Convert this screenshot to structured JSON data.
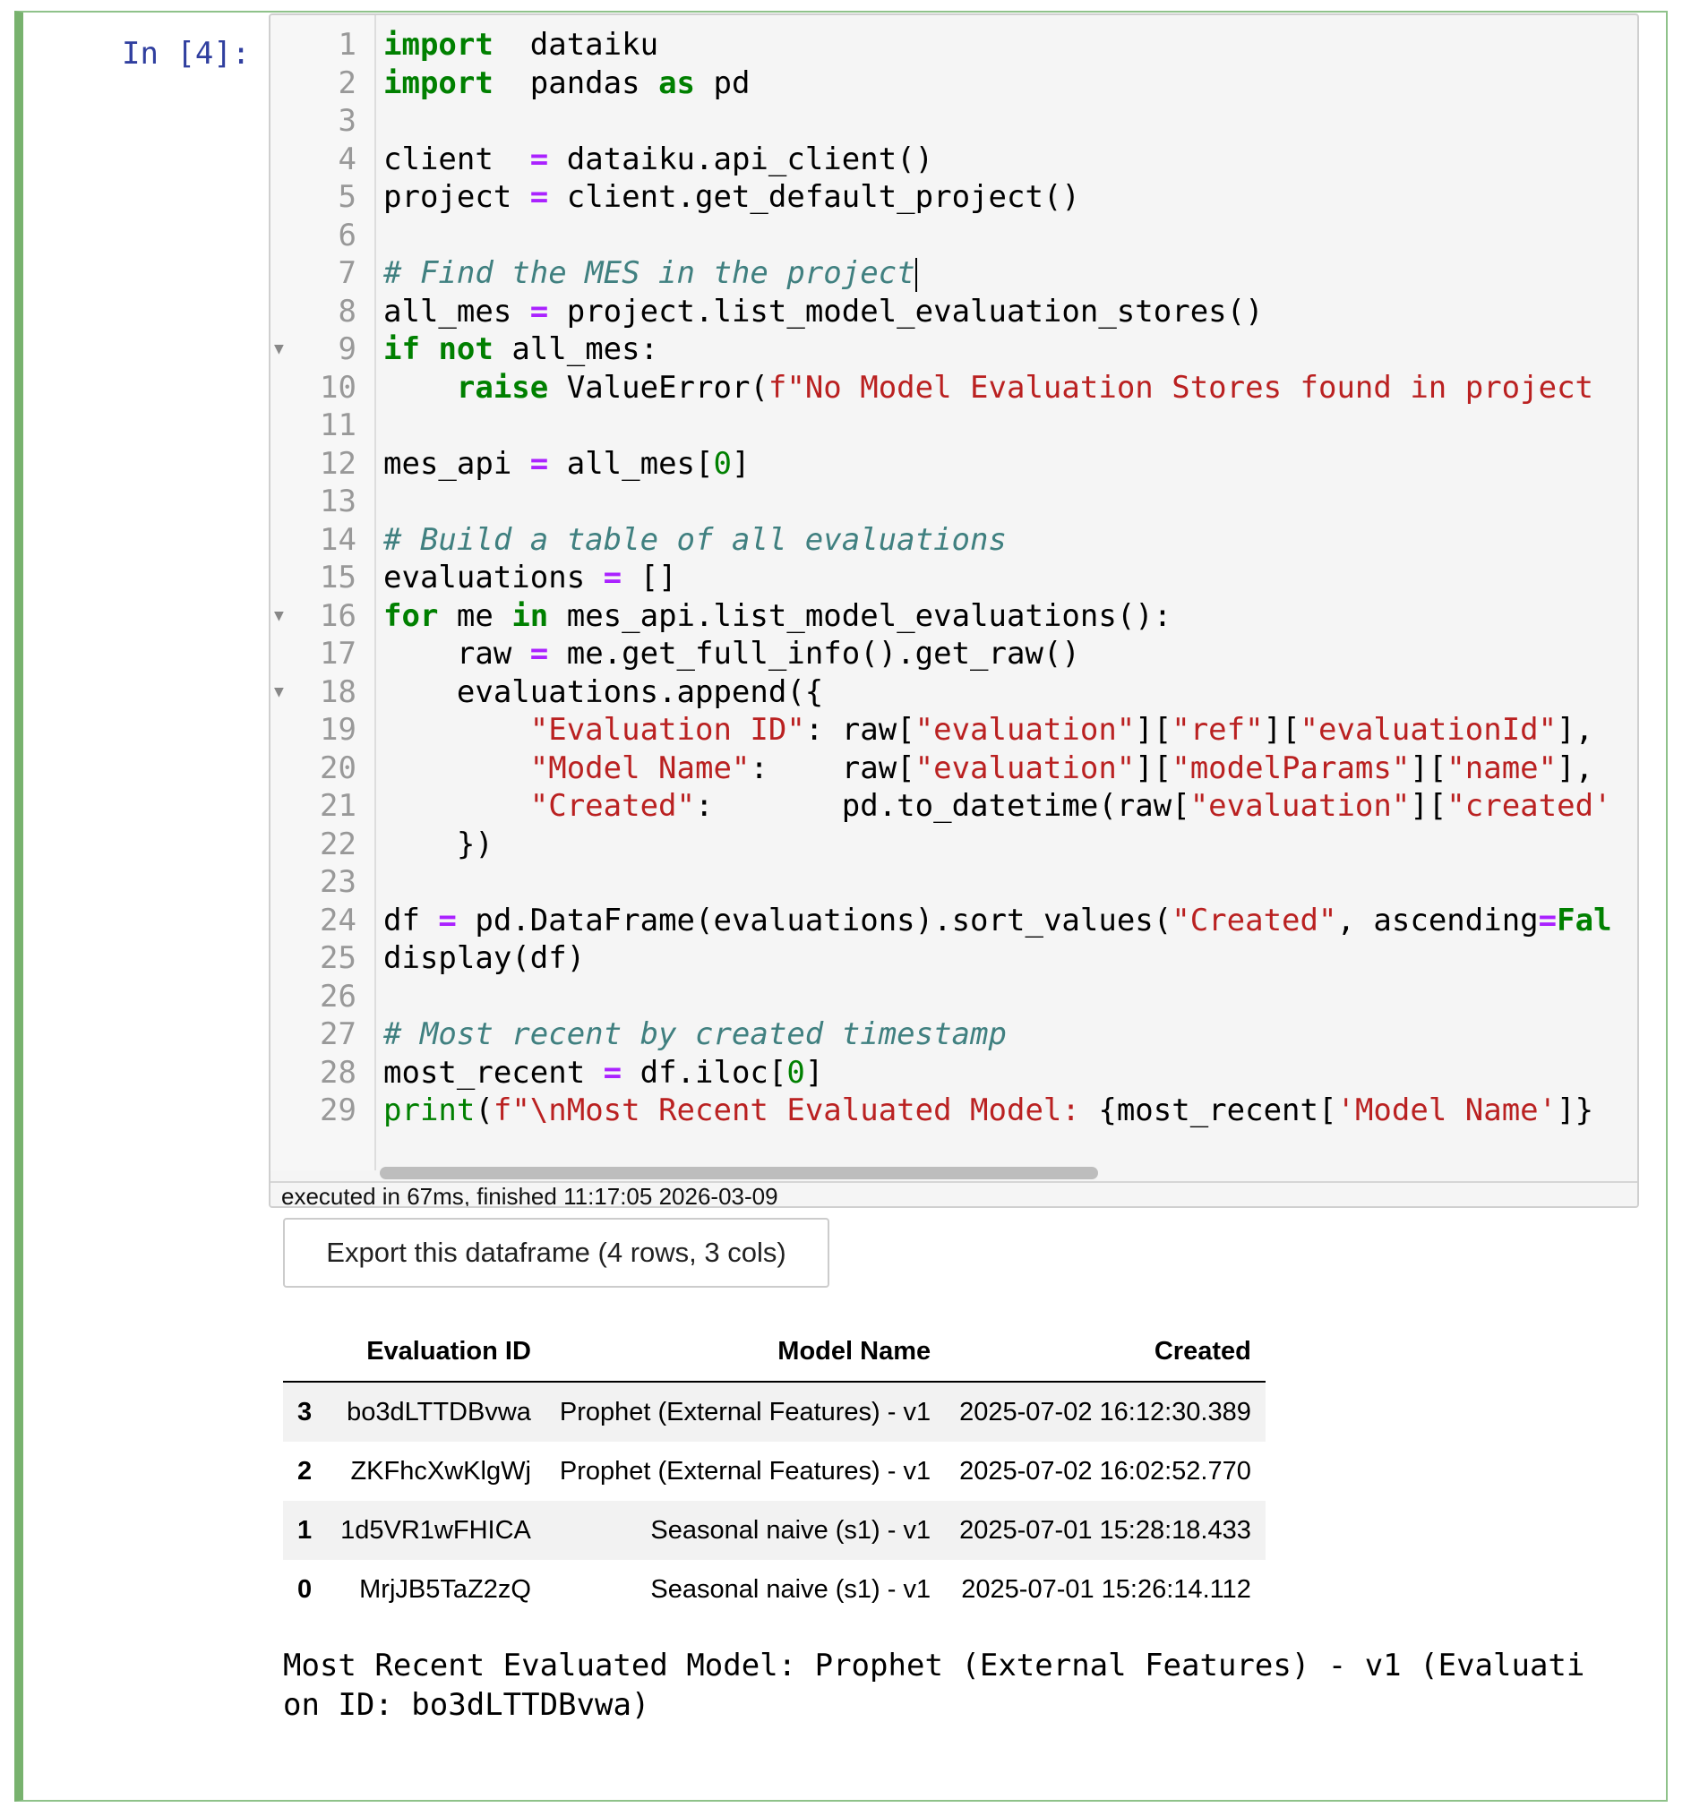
{
  "cell": {
    "prompt": "In [4]:",
    "exec_status": "executed in 67ms, finished 11:17:05 2026-03-09"
  },
  "code": {
    "fold_lines": [
      9,
      16,
      18
    ],
    "lines": [
      [
        [
          "kw",
          "import"
        ],
        [
          "",
          "  dataiku"
        ]
      ],
      [
        [
          "kw",
          "import"
        ],
        [
          "",
          "  pandas "
        ],
        [
          "kw",
          "as"
        ],
        [
          "",
          " pd"
        ]
      ],
      [],
      [
        [
          "",
          "client  "
        ],
        [
          "op",
          "="
        ],
        [
          "",
          " dataiku.api_client()"
        ]
      ],
      [
        [
          "",
          "project "
        ],
        [
          "op",
          "="
        ],
        [
          "",
          " client.get_default_project()"
        ]
      ],
      [],
      [
        [
          "cm",
          "# Find the MES in the project"
        ]
      ],
      [
        [
          "",
          "all_mes "
        ],
        [
          "op",
          "="
        ],
        [
          "",
          " project.list_model_evaluation_stores()"
        ]
      ],
      [
        [
          "kw",
          "if"
        ],
        [
          "",
          " "
        ],
        [
          "kw",
          "not"
        ],
        [
          "",
          " all_mes:"
        ]
      ],
      [
        [
          "",
          "    "
        ],
        [
          "kw",
          "raise"
        ],
        [
          "",
          " ValueError("
        ],
        [
          "str",
          "f\"No Model Evaluation Stores found in project"
        ]
      ],
      [],
      [
        [
          "",
          "mes_api "
        ],
        [
          "op",
          "="
        ],
        [
          "",
          " all_mes["
        ],
        [
          "num",
          "0"
        ],
        [
          "",
          "]"
        ]
      ],
      [],
      [
        [
          "cm",
          "# Build a table of all evaluations"
        ]
      ],
      [
        [
          "",
          "evaluations "
        ],
        [
          "op",
          "="
        ],
        [
          "",
          " []"
        ]
      ],
      [
        [
          "kw",
          "for"
        ],
        [
          "",
          " me "
        ],
        [
          "kw",
          "in"
        ],
        [
          "",
          " mes_api.list_model_evaluations():"
        ]
      ],
      [
        [
          "",
          "    raw "
        ],
        [
          "op",
          "="
        ],
        [
          "",
          " me.get_full_info().get_raw()"
        ]
      ],
      [
        [
          "",
          "    evaluations.append({"
        ]
      ],
      [
        [
          "",
          "        "
        ],
        [
          "str",
          "\"Evaluation ID\""
        ],
        [
          "",
          ": raw["
        ],
        [
          "str",
          "\"evaluation\""
        ],
        [
          "",
          "]["
        ],
        [
          "str",
          "\"ref\""
        ],
        [
          "",
          "]["
        ],
        [
          "str",
          "\"evaluationId\""
        ],
        [
          "",
          "],"
        ]
      ],
      [
        [
          "",
          "        "
        ],
        [
          "str",
          "\"Model Name\""
        ],
        [
          "",
          ":    raw["
        ],
        [
          "str",
          "\"evaluation\""
        ],
        [
          "",
          "]["
        ],
        [
          "str",
          "\"modelParams\""
        ],
        [
          "",
          "]["
        ],
        [
          "str",
          "\"name\""
        ],
        [
          "",
          "],"
        ]
      ],
      [
        [
          "",
          "        "
        ],
        [
          "str",
          "\"Created\""
        ],
        [
          "",
          ":       pd.to_datetime(raw["
        ],
        [
          "str",
          "\"evaluation\""
        ],
        [
          "",
          "]["
        ],
        [
          "str",
          "\"created'"
        ]
      ],
      [
        [
          "",
          "    })"
        ]
      ],
      [],
      [
        [
          "",
          "df "
        ],
        [
          "op",
          "="
        ],
        [
          "",
          " pd.DataFrame(evaluations).sort_values("
        ],
        [
          "str",
          "\"Created\""
        ],
        [
          "",
          ", ascending"
        ],
        [
          "op",
          "="
        ],
        [
          "kw",
          "Fal"
        ]
      ],
      [
        [
          "",
          "display(df)"
        ]
      ],
      [],
      [
        [
          "cm",
          "# Most recent by created timestamp"
        ]
      ],
      [
        [
          "",
          "most_recent "
        ],
        [
          "op",
          "="
        ],
        [
          "",
          " df.iloc["
        ],
        [
          "num",
          "0"
        ],
        [
          "",
          "]"
        ]
      ],
      [
        [
          "bi",
          "print"
        ],
        [
          "",
          "("
        ],
        [
          "str",
          "f\"\\nMost Recent Evaluated Model: "
        ],
        [
          "",
          "{most_recent["
        ],
        [
          "str",
          "'Model Name'"
        ],
        [
          "",
          "]}"
        ]
      ]
    ]
  },
  "output": {
    "export_label": "Export this dataframe (4 rows, 3 cols)",
    "table": {
      "columns": [
        "",
        "Evaluation ID",
        "Model Name",
        "Created"
      ],
      "rows": [
        [
          "3",
          "bo3dLTTDBvwa",
          "Prophet (External Features) - v1",
          "2025-07-02 16:12:30.389"
        ],
        [
          "2",
          "ZKFhcXwKlgWj",
          "Prophet (External Features) - v1",
          "2025-07-02 16:02:52.770"
        ],
        [
          "1",
          "1d5VR1wFHICA",
          "Seasonal naive (s1) - v1",
          "2025-07-01 15:28:18.433"
        ],
        [
          "0",
          "MrjJB5TaZ2zQ",
          "Seasonal naive (s1) - v1",
          "2025-07-01 15:26:14.112"
        ]
      ]
    },
    "stdout": "Most Recent Evaluated Model: Prophet (External Features) - v1 (Evaluati\non ID: bo3dLTTDBvwa)"
  }
}
